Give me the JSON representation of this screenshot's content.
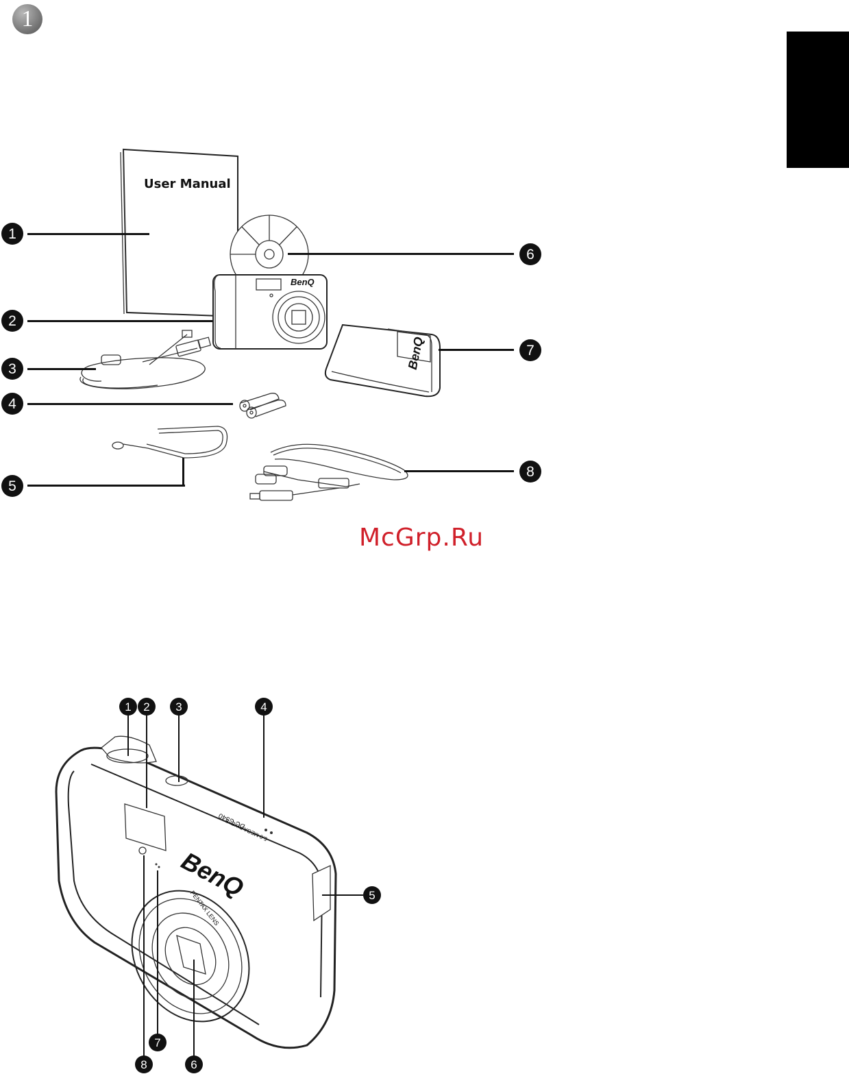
{
  "header": {
    "chapter_number": "1"
  },
  "package_illustration": {
    "manual_title": "User Manual",
    "brand": "BenQ",
    "callouts": [
      "1",
      "2",
      "3",
      "4",
      "5",
      "6",
      "7",
      "8"
    ]
  },
  "watermark": {
    "text": "McGrp.Ru"
  },
  "camera_illustration": {
    "brand": "BenQ",
    "model_label": "DC C540",
    "pixels_label": "5.0 MEGA PIXELS",
    "lens_label": "PENTAX LENS",
    "callouts": [
      "1",
      "2",
      "3",
      "4",
      "5",
      "6",
      "7",
      "8"
    ]
  }
}
